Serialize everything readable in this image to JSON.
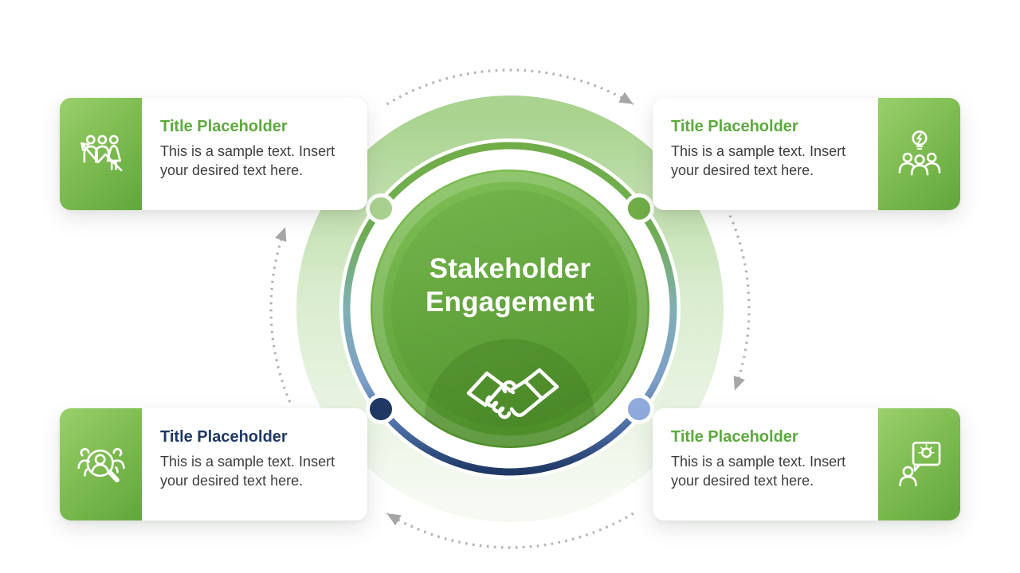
{
  "slide": {
    "background": "#ffffff",
    "center": {
      "title_lines": [
        "Stakeholder",
        "Engagement"
      ],
      "icon": "handshake-icon",
      "circle_color": "#6bb044",
      "ring_gradient_top": "#70AD47",
      "ring_gradient_mid": "#85AFBE",
      "ring_gradient_bottom": "#1F3864"
    },
    "cards": [
      {
        "position": "top-left",
        "title": "Title Placeholder",
        "body_lines": [
          "This is a sample text. Insert",
          "your desired text here."
        ],
        "icon": "team-growth-icon",
        "title_color": "#5CAA3E",
        "dot_color": "#A9D18E"
      },
      {
        "position": "top-right",
        "title": "Title Placeholder",
        "body_lines": [
          "This is a sample text. Insert",
          "your desired text here."
        ],
        "icon": "idea-team-icon",
        "title_color": "#5CAA3E",
        "dot_color": "#70AD47"
      },
      {
        "position": "bottom-left",
        "title": "Title Placeholder",
        "body_lines": [
          "This is a sample text. Insert",
          "your desired text here."
        ],
        "icon": "audience-search-icon",
        "title_color": "#1F3864",
        "dot_color": "#1F3864"
      },
      {
        "position": "bottom-right",
        "title": "Title Placeholder",
        "body_lines": [
          "This is a sample text. Insert",
          "your desired text here."
        ],
        "icon": "idea-speech-icon",
        "title_color": "#5CAA3E",
        "dot_color": "#8FAADC"
      }
    ],
    "colors": {
      "green": "#70AD47",
      "light_green": "#A9D18E",
      "navy": "#1F3864",
      "light_blue": "#8FAADC",
      "title_green": "#5CAA3E",
      "body_text": "#3E3E3E",
      "dotted_arrow_gray": "#B3B3B3",
      "arrowhead_gray": "#A6A6A6"
    }
  }
}
